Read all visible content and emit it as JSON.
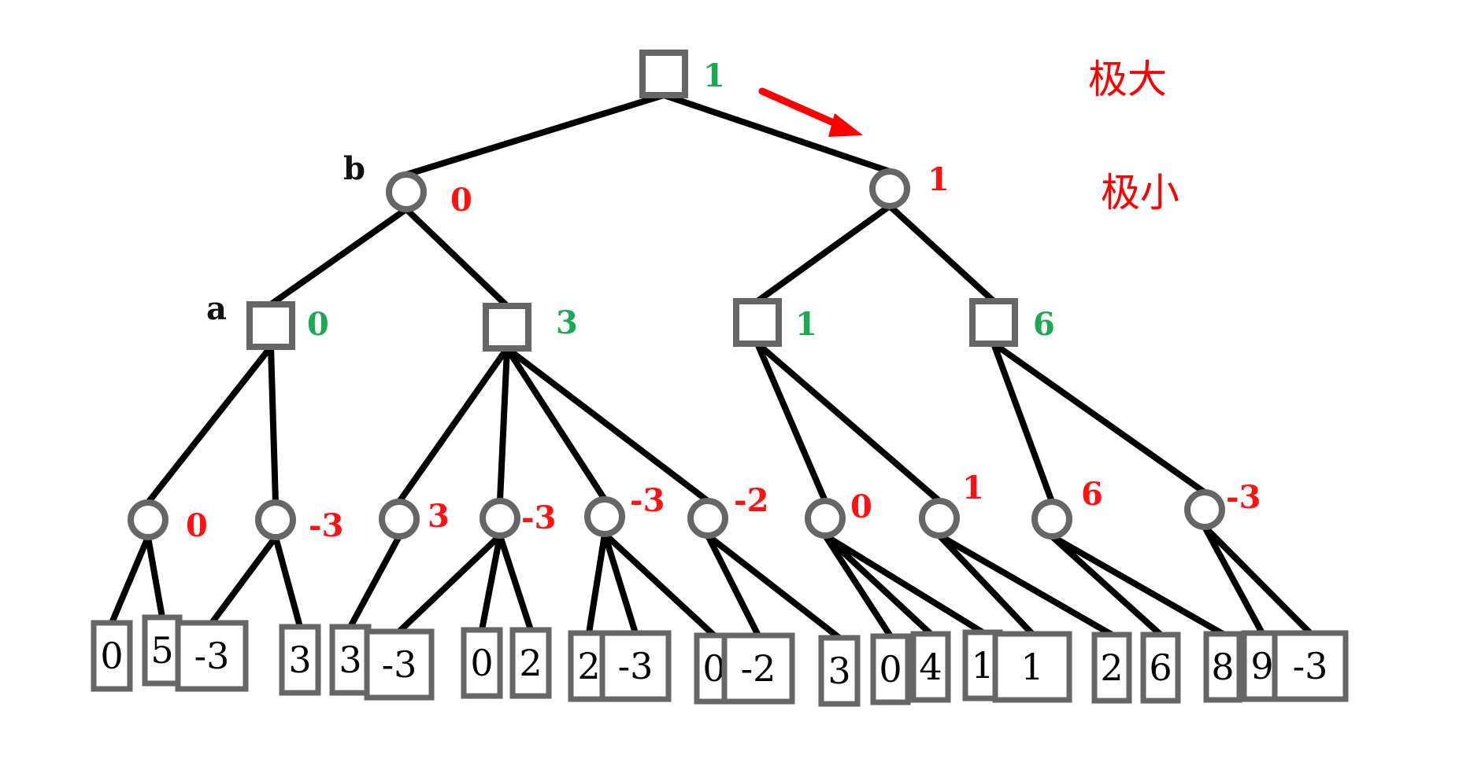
{
  "tree": {
    "root": {
      "value": "1",
      "type": "max",
      "children": [
        {
          "value": "0",
          "type": "min",
          "label": "b",
          "children": [
            {
              "value": "0",
              "type": "max",
              "label": "a",
              "children": [
                {
                  "value": "0",
                  "type": "min",
                  "children": [
                    "0",
                    "5"
                  ]
                },
                {
                  "value": "-3",
                  "type": "min",
                  "children": [
                    "-3",
                    "3"
                  ]
                }
              ]
            },
            {
              "value": "3",
              "type": "max",
              "children": [
                {
                  "value": "3",
                  "type": "min",
                  "children": [
                    "3"
                  ]
                },
                {
                  "value": "-3",
                  "type": "min",
                  "children": [
                    "-3",
                    "0",
                    "2"
                  ]
                },
                {
                  "value": "-3",
                  "type": "min",
                  "children": [
                    "2",
                    "-3",
                    "0"
                  ]
                },
                {
                  "value": "-2",
                  "type": "min",
                  "children": [
                    "-2",
                    "3"
                  ]
                }
              ]
            }
          ]
        },
        {
          "value": "1",
          "type": "min",
          "children": [
            {
              "value": "1",
              "type": "max",
              "children": [
                {
                  "value": "0",
                  "type": "min",
                  "children": [
                    "0",
                    "4",
                    "1"
                  ]
                },
                {
                  "value": "1",
                  "type": "min",
                  "children": [
                    "1",
                    "2"
                  ]
                }
              ]
            },
            {
              "value": "6",
              "type": "max",
              "children": [
                {
                  "value": "6",
                  "type": "min",
                  "children": [
                    "6",
                    "8"
                  ]
                },
                {
                  "value": "-3",
                  "type": "min",
                  "children": [
                    "9",
                    "-3"
                  ]
                }
              ]
            }
          ]
        }
      ]
    }
  },
  "legend": {
    "max_label": "极大",
    "min_label": "极小"
  },
  "colors": {
    "max_value": "#1aaa55",
    "min_value": "#ff1111",
    "arrow": "#ff0000"
  }
}
